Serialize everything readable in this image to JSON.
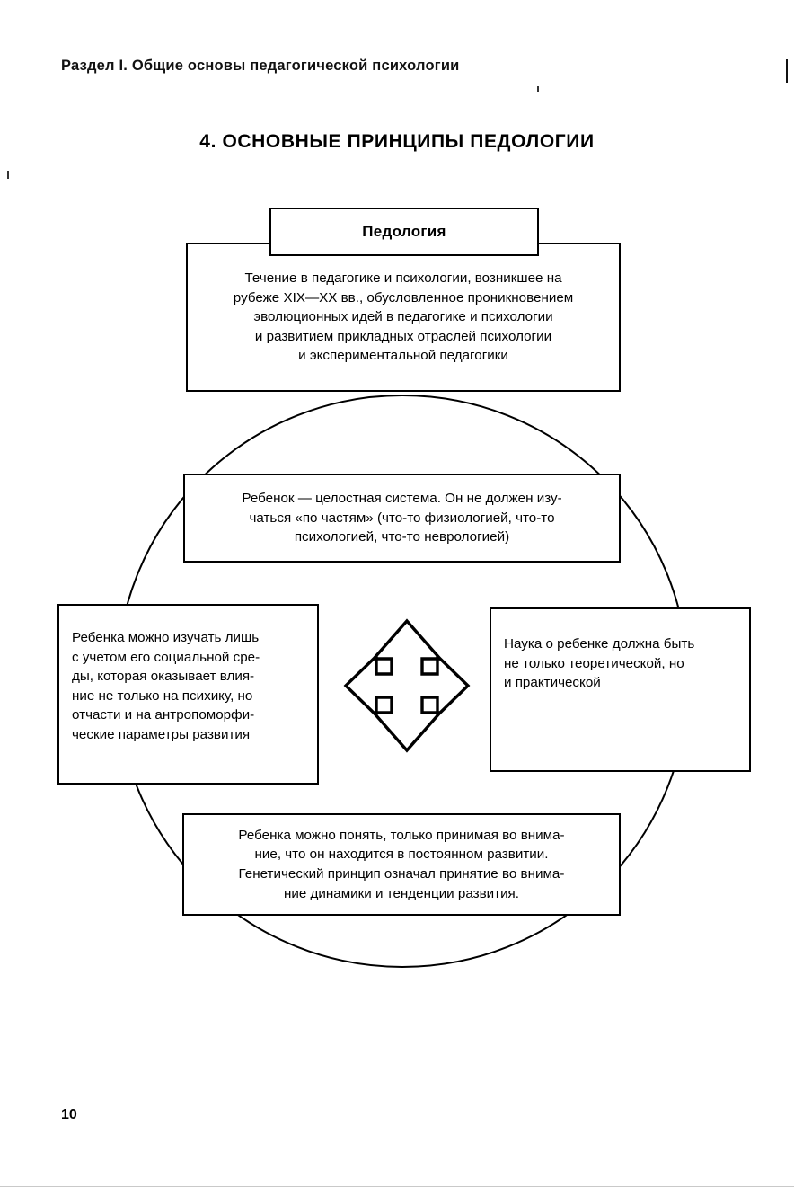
{
  "page": {
    "running_header": "Раздел I. Общие основы  педагогической психологии",
    "section_title": "4. ОСНОВНЫЕ ПРИНЦИПЫ ПЕДОЛОГИИ",
    "folio": "10",
    "ink_color": "#000000",
    "paper_color": "#ffffff"
  },
  "diagram": {
    "type": "ring-with-boxes",
    "center_icon": "four-way-arrow-icon",
    "plaque": {
      "label": "Педология"
    },
    "definition": {
      "text": "Течение в педагогике и психологии, возникшее на\nрубеже XIX—XX вв., обусловленное проникновением\nэволюционных идей в педагогике и психологии\nи развитием прикладных отраслей психологии\nи экспериментальной педагогики"
    },
    "principles": [
      {
        "id": "holistic",
        "position": "top",
        "text": "Ребенок — целостная система. Он не должен изу-\nчаться «по частям» (что-то физиологией, что-то\nпсихологией, что-то неврологией)"
      },
      {
        "id": "social",
        "position": "left",
        "text": "Ребенка можно изучать лишь\nс учетом его социальной сре-\nды, которая оказывает влия-\nние не только на психику, но\nотчасти и на антропоморфи-\nческие параметры развития"
      },
      {
        "id": "practical",
        "position": "right",
        "text": "Наука о ребенке должна быть\nне только теоретической, но\nи практической"
      },
      {
        "id": "genetic",
        "position": "bottom",
        "text": "Ребенка можно понять, только принимая во внима-\nние, что он находится в постоянном развитии.\nГенетический принцип означал принятие во внима-\nние динамики и тенденции развития."
      }
    ]
  }
}
